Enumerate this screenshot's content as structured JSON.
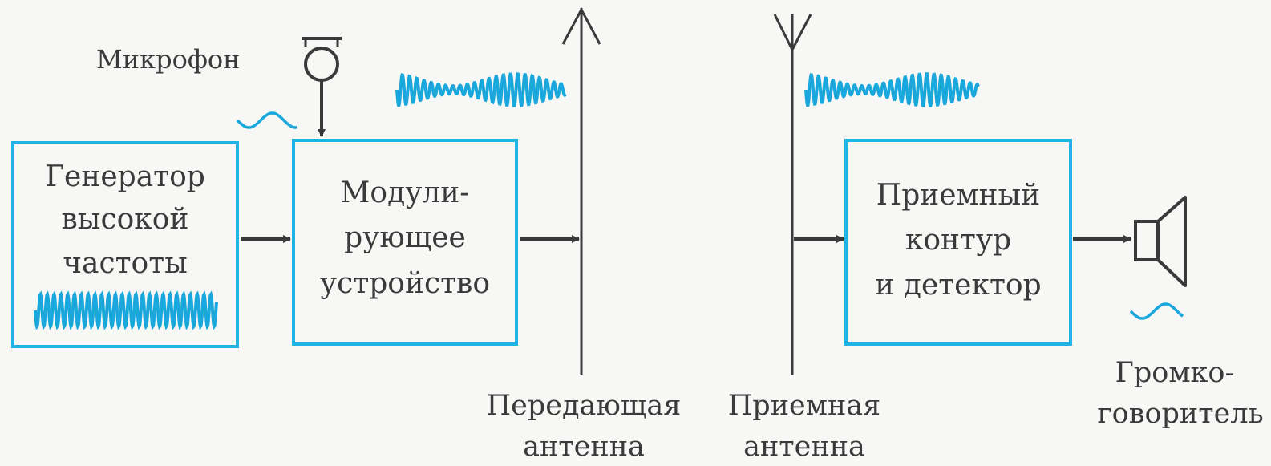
{
  "colors": {
    "box_stroke": "#1fb3e6",
    "wave": "#1aa8dc",
    "line": "#3a3a3a",
    "text": "#3a3a3a",
    "background": "#f7f7f5"
  },
  "labels": {
    "microphone": "Микрофон",
    "transmit_antenna": [
      "Передающая",
      "антенна"
    ],
    "receive_antenna": [
      "Приемная",
      "антенна"
    ],
    "loudspeaker": [
      "Громко-",
      "говоритель"
    ]
  },
  "boxes": {
    "generator": [
      "Генератор",
      "высокой",
      "частоты"
    ],
    "modulator": [
      "Модули-",
      "рующее",
      "устройство"
    ],
    "receiver": [
      "Приемный",
      "контур",
      "и детектор"
    ]
  },
  "icons": {
    "microphone": "microphone-icon",
    "loudspeaker": "loudspeaker-icon",
    "transmit_antenna": "arrow-up-icon",
    "receive_antenna": "antenna-icon"
  }
}
